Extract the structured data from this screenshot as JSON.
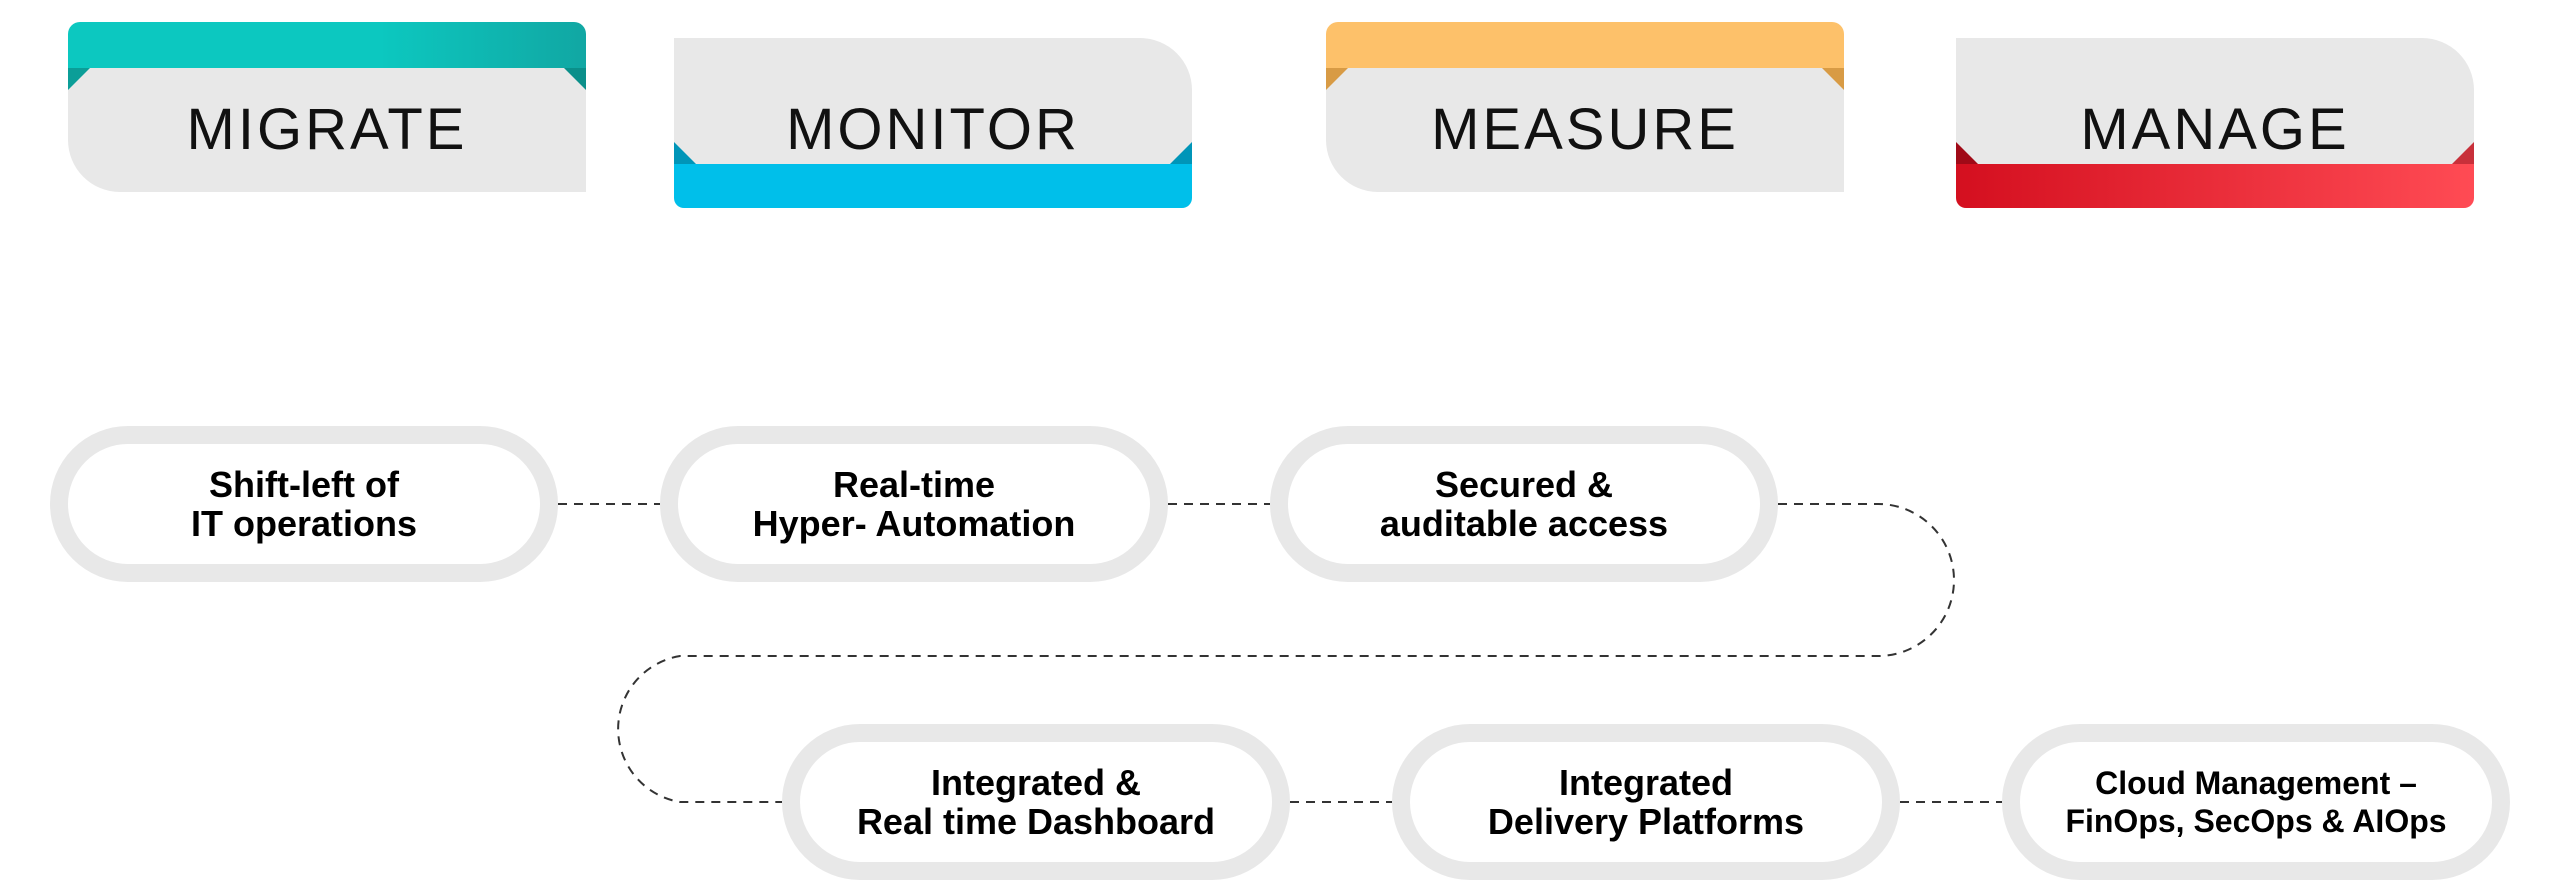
{
  "stages": [
    {
      "label": "MIGRATE",
      "band_color_start": "#0cc8c0",
      "band_color_end": "#11a7a3",
      "band_position": "top"
    },
    {
      "label": "MONITOR",
      "band_color_start": "#00bfea",
      "band_color_end": "#00bfea",
      "band_position": "bottom"
    },
    {
      "label": "MEASURE",
      "band_color_start": "#fdc16a",
      "band_color_end": "#fdc16a",
      "band_position": "top"
    },
    {
      "label": "MANAGE",
      "band_color_start": "#d40f1f",
      "band_color_end": "#ff4b54",
      "band_position": "bottom"
    }
  ],
  "capabilities": [
    {
      "line1": "Shift-left of",
      "line2": "IT operations"
    },
    {
      "line1": "Real-time",
      "line2": "Hyper- Automation"
    },
    {
      "line1": "Secured &",
      "line2": "auditable access"
    },
    {
      "line1": "Integrated &",
      "line2": "Real time Dashboard"
    },
    {
      "line1": "Integrated",
      "line2": "Delivery Platforms"
    },
    {
      "line1": "Cloud Management –",
      "line2": "FinOps, SecOps & AIOps"
    }
  ],
  "colors": {
    "card_body": "#e8e8e8",
    "pill_border": "#e8e8e8",
    "text": "#111111",
    "connector": "#333333"
  }
}
